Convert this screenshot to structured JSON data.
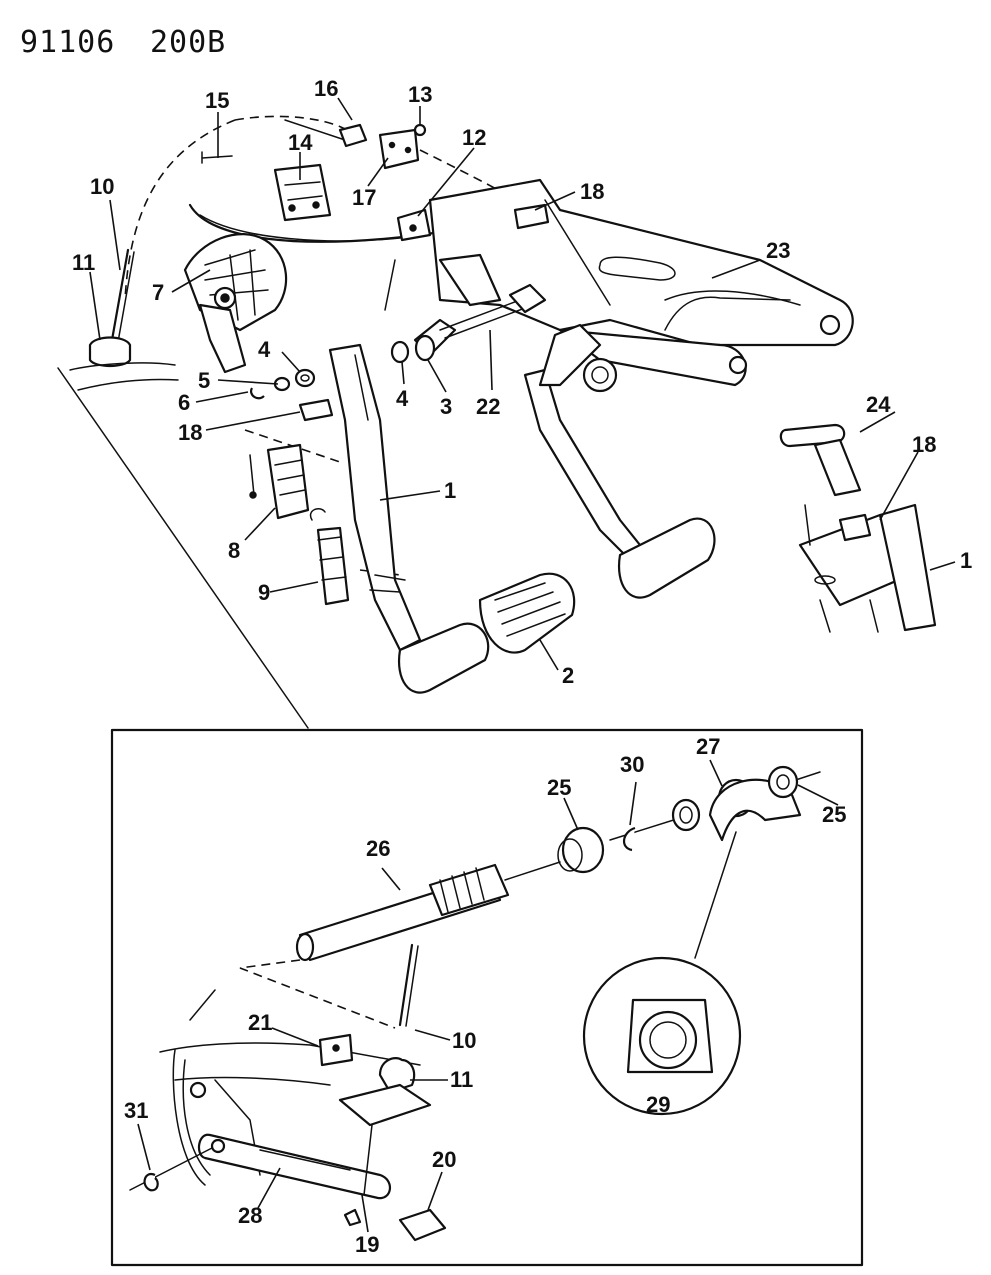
{
  "header": {
    "drawing_id": "91106",
    "revision": "200B"
  },
  "callouts": {
    "c1": "1",
    "c1b": "1",
    "c2": "2",
    "c3": "3",
    "c4a": "4",
    "c4b": "4",
    "c5": "5",
    "c6": "6",
    "c7": "7",
    "c8": "8",
    "c9": "9",
    "c10": "10",
    "c10b": "10",
    "c11": "11",
    "c11b": "11",
    "c12": "12",
    "c13": "13",
    "c14": "14",
    "c15": "15",
    "c16": "16",
    "c17": "17",
    "c18a": "18",
    "c18b": "18",
    "c18c": "18",
    "c19": "19",
    "c20": "20",
    "c21": "21",
    "c22": "22",
    "c23": "23",
    "c24": "24",
    "c25a": "25",
    "c25b": "25",
    "c26": "26",
    "c27": "27",
    "c28": "28",
    "c29": "29",
    "c30": "30",
    "c31": "31"
  }
}
